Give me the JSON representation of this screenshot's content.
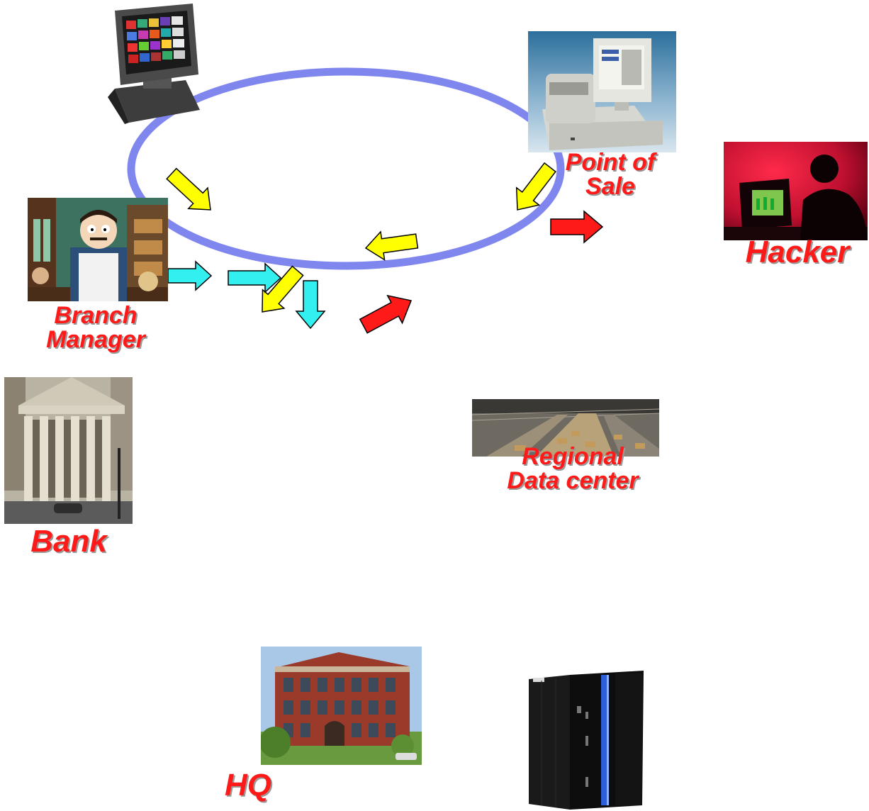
{
  "labels": {
    "point_of_sale_line1": "Point of",
    "point_of_sale_line2": "Sale",
    "hacker": "Hacker",
    "branch_manager_line1": "Branch",
    "branch_manager_line2": "Manager",
    "bank": "Bank",
    "regional_line1": "Regional",
    "regional_line2": "Data center",
    "hq": "HQ"
  },
  "colors": {
    "label_text": "#ff1a1a",
    "label_shadow": "#9a9a9a",
    "ellipse": "#7f86ee",
    "arrow_yellow": "#ffff00",
    "arrow_cyan": "#33f0f0",
    "arrow_red": "#ff1a1a"
  },
  "icons": [
    "pos-terminal-touchscreen-icon",
    "pos-register-icon",
    "hacker-silhouette-icon",
    "branch-manager-cartoon-icon",
    "bank-building-icon",
    "data-center-warehouse-icon",
    "hq-building-icon",
    "mainframe-server-icon"
  ]
}
